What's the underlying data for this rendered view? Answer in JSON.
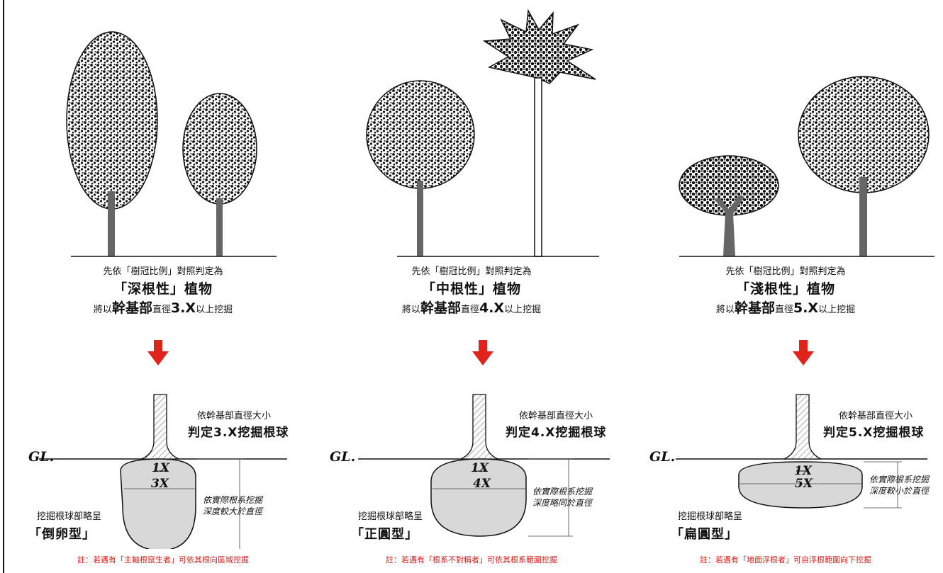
{
  "colors": {
    "arrow": "#e0231b",
    "note": "#d8201a",
    "rootball": "#d8d8d8",
    "ink": "#111111"
  },
  "panels": [
    {
      "line1": "先依「樹冠比例」對照判定為",
      "line2": "「深根性」植物",
      "line3_prefix": "將以",
      "line3_bold": "幹基部",
      "line3_mid": "直徑",
      "line3_big": "3.X",
      "line3_suffix": "以上挖掘",
      "judge_small": "依幹基部直徑大小",
      "judge_big": "判定3.X挖掘根球",
      "gl": "GL.",
      "trunk_label": "1X",
      "ball_label": "3X",
      "depth_note_1": "依實際根系挖掘",
      "depth_note_2": "深度較大於直徑",
      "shape_small": "挖掘根球部略呈",
      "shape_big": "「倒卵型」",
      "note": "註：若遇有「主軸根竄生者」可依其根向區域挖掘"
    },
    {
      "line1": "先依「樹冠比例」對照判定為",
      "line2": "「中根性」植物",
      "line3_prefix": "將以",
      "line3_bold": "幹基部",
      "line3_mid": "直徑",
      "line3_big": "4.X",
      "line3_suffix": "以上挖掘",
      "judge_small": "依幹基部直徑大小",
      "judge_big": "判定4.X挖掘根球",
      "gl": "GL.",
      "trunk_label": "1X",
      "ball_label": "4X",
      "depth_note_1": "依實際根系挖掘",
      "depth_note_2": "深度略同於直徑",
      "shape_small": "挖掘根球部略呈",
      "shape_big": "「正圓型」",
      "note": "註：若遇有「根系不對稱者」可依其根系範圍挖掘"
    },
    {
      "line1": "先依「樹冠比例」對照判定為",
      "line2": "「淺根性」植物",
      "line3_prefix": "將以",
      "line3_bold": "幹基部",
      "line3_mid": "直徑",
      "line3_big": "5.X",
      "line3_suffix": "以上挖掘",
      "judge_small": "依幹基部直徑大小",
      "judge_big": "判定5.X挖掘根球",
      "gl": "GL.",
      "trunk_label": "1X",
      "ball_label": "5X",
      "depth_note_1": "依實際根系挖掘",
      "depth_note_2": "深度較小於直徑",
      "shape_small": "挖掘根球部略呈",
      "shape_big": "「扁圓型」",
      "note": "註：若遇有「地面浮根者」可自浮根範圍向下挖掘"
    }
  ]
}
